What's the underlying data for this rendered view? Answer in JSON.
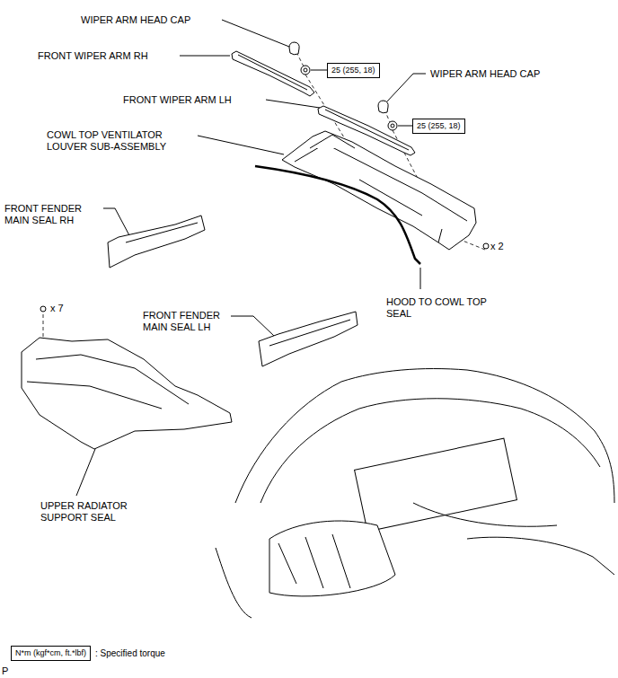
{
  "diagram": {
    "nodes": [
      {
        "text": [
          "25 (255, 18)"
        ]
      },
      {
        "text": [
          "25 (255, 18)"
        ]
      },
      {
        "text": [
          "N*m (kgf*cm, ft.*lbf)",
          ": Specified torque"
        ]
      }
    ],
    "labels": [
      "WIPER ARM HEAD CAP",
      "FRONT WIPER ARM RH",
      "WIPER ARM HEAD CAP",
      "FRONT WIPER ARM LH",
      "COWL TOP VENTILATOR LOUVER SUB-ASSEMBLY",
      "FRONT FENDER MAIN SEAL RH",
      "x 2",
      "x 7",
      "FRONT FENDER MAIN SEAL LH",
      "HOOD TO COWL TOP SEAL",
      "UPPER RADIATOR SUPPORT SEAL",
      "P"
    ]
  }
}
